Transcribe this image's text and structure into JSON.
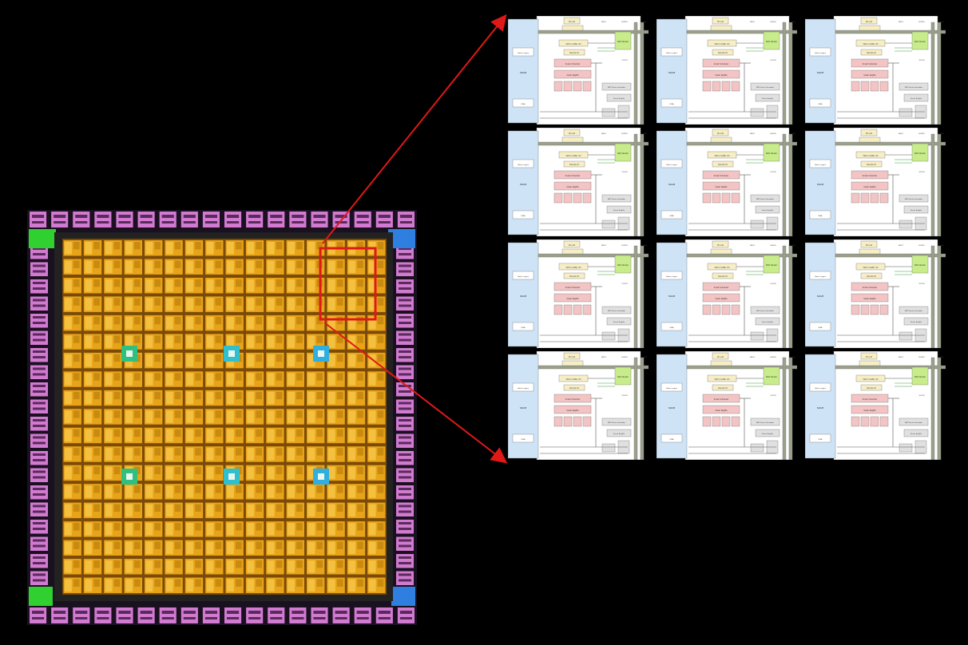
{
  "colors": {
    "background": "#000000",
    "die_core": "#e8a418",
    "die_core_dark": "#7a4a06",
    "io_pad": "#d07ad0",
    "io_pad_dark": "#5a2a5a",
    "corner_green": "#2fd02f",
    "corner_blue": "#2f7fe0",
    "highlight_red": "#e01818",
    "sram_blue": "#cfe3f7",
    "noc_green": "#c8ec8a",
    "block_pink": "#f4c4c4",
    "block_cream": "#f7eec4",
    "block_light_green": "#e6f4c8",
    "bus_grey": "#9aa08a"
  },
  "die": {
    "grid_rows": 19,
    "grid_cols": 16,
    "io_pads_top": 18,
    "io_pads_side": 20,
    "macros": [
      {
        "color": "#2fbf7f",
        "name": "macro-green"
      },
      {
        "color": "#2fbfcf",
        "name": "macro-cyan"
      },
      {
        "color": "#2fafdf",
        "name": "macro-blue"
      }
    ]
  },
  "zoom": {
    "rows": 4,
    "cols": 3
  },
  "tile": {
    "sram_label": "SRAM",
    "dma_label": "DMA",
    "pc_label": "PC unit",
    "fetch_label": "Fetch / buffer ctrl",
    "decode_label": "Decode ctl",
    "scalar_sched_label": "Scalar Scheduler",
    "scalar_rf_label": "Scalar RegFile",
    "vector_sched_label": "SIMT Vector Scheduler",
    "vector_rf_label": "Vector RegFile",
    "noc_label": "NOC Router",
    "north_label": "NORTH",
    "south_label": "SOUTH",
    "east_label": "EAST",
    "west_label": "WEST",
    "engine_label": "Gather engine"
  }
}
